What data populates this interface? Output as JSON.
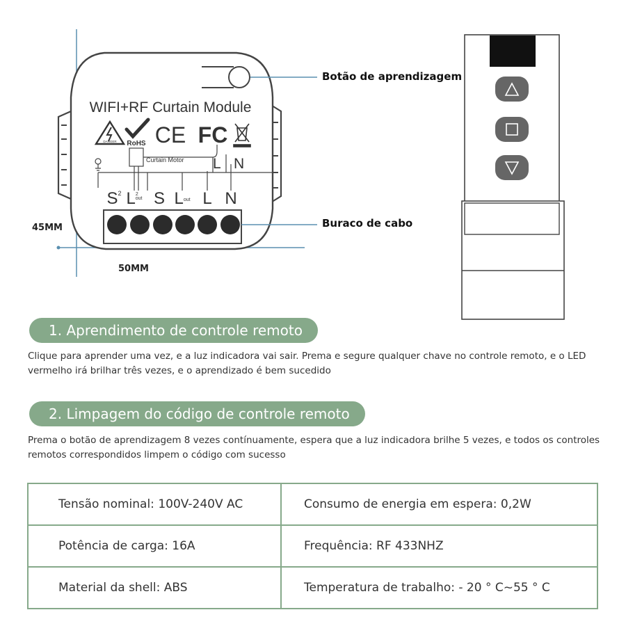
{
  "module": {
    "title": "WIFI+RF Curtain Module",
    "certs": {
      "rohs": "RoHS",
      "danger": "DANGER",
      "ce": "CE",
      "fc": "FC"
    },
    "schematic_label": "Curtain Motor",
    "top_terminals": [
      "L",
      "N"
    ],
    "terminals": [
      "S2",
      "L2out",
      "S",
      "Lout",
      "L",
      "N"
    ],
    "colors": {
      "outline": "#444444",
      "hole": "#2b2b2b",
      "dimension_line": "#5a8fb0"
    }
  },
  "callouts": {
    "learn_button": "Botão de aprendizagem",
    "cable_hole": "Buraco de cabo"
  },
  "dimensions": {
    "height": "45MM",
    "width": "50MM"
  },
  "remote": {
    "buttons": [
      "up-triangle-icon",
      "stop-square-icon",
      "down-triangle-icon"
    ]
  },
  "sections": [
    {
      "title": "1. Aprendimento de controle remoto",
      "text": "Clique para aprender uma vez, e a luz indicadora vai sair. Prema e segure qualquer chave no controle remoto, e o LED vermelho irá brilhar três vezes, e o aprendizado é bem sucedido"
    },
    {
      "title": "2. Limpagem do código de controle remoto",
      "text": "Prema o botão de aprendizagem 8 vezes contínuamente, espera que a luz indicadora brilhe 5 vezes, e todos os controles remotos correspondidos limpem o código com sucesso"
    }
  ],
  "specs": [
    [
      "Tensão nominal: 100V-240V AC",
      "Consumo de energia em espera: 0,2W"
    ],
    [
      "Potência de carga: 16A",
      "Frequência: RF 433NHZ"
    ],
    [
      "Material da shell: ABS",
      "Temperatura de trabalho: - 20 ° C~55 ° C"
    ]
  ],
  "accent_color": "#86a98a"
}
